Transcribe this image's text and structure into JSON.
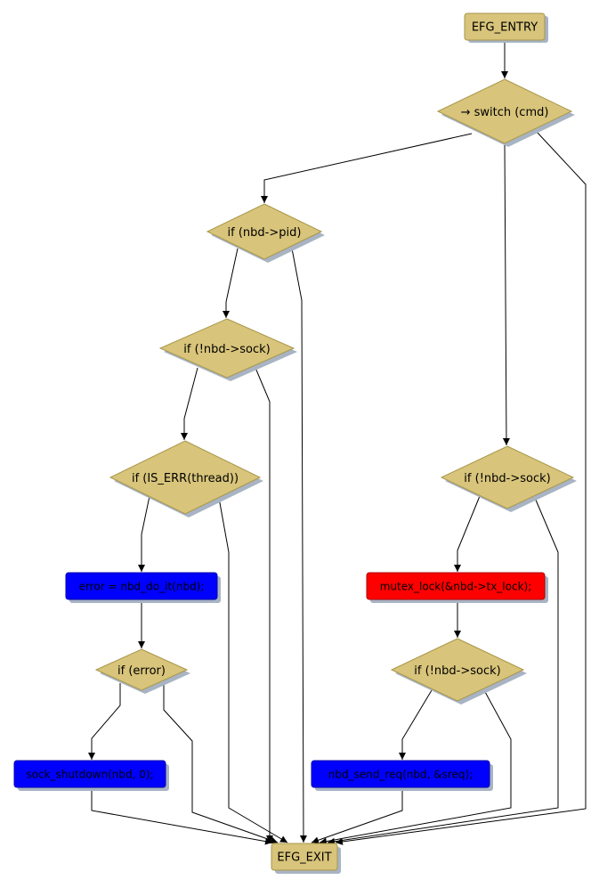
{
  "colors": {
    "node_fill": "#d8c47a",
    "node_stroke": "#a8964a",
    "shadow": "#a8b4c4",
    "blue_fill": "#0000ff",
    "red_fill": "#ff0000",
    "edge": "#000000"
  },
  "nodes": {
    "entry": "EFG_ENTRY",
    "switch_cmd": "→ switch (cmd)",
    "if_pid": "if (nbd->pid)",
    "if_not_sock_1": "if (!nbd->sock)",
    "if_is_err": "if (IS_ERR(thread))",
    "error_do_it": "error = nbd_do_it(nbd);",
    "if_error": "if (error)",
    "sock_shutdown": "sock_shutdown(nbd, 0);",
    "if_not_sock_2": "if (!nbd->sock)",
    "mutex_lock": "mutex_lock(&nbd->tx_lock);",
    "if_not_sock_3": "if (!nbd->sock)",
    "send_req": "nbd_send_req(nbd, &sreq);",
    "exit": "EFG_EXIT"
  }
}
